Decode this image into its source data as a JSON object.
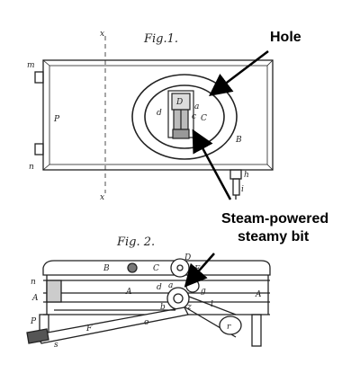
{
  "figures": {
    "fig1": {
      "title": "Fig.1."
    },
    "fig2": {
      "title": "Fig. 2."
    }
  },
  "annotations": {
    "hole": "Hole",
    "steam_line1": "Steam-powered",
    "steam_line2": "steamy bit"
  },
  "fig1_letters": {
    "x_top": "x",
    "x_bottom": "x",
    "m": "m",
    "n": "n",
    "P": "P",
    "B": "B",
    "D": "D",
    "a": "a",
    "d": "d",
    "c": "c",
    "C": "C",
    "h": "h",
    "i": "i"
  },
  "fig2_letters": {
    "B": "B",
    "C": "C",
    "D": "D",
    "E": "E",
    "n": "n",
    "A_left": "A",
    "A_mid": "A",
    "A_right": "A",
    "d": "d",
    "a": "a",
    "z": "z",
    "g": "g",
    "b": "b",
    "F": "F",
    "o": "o",
    "P": "P",
    "s": "s",
    "l": "l",
    "r": "r"
  },
  "colors": {
    "ink": "#222222",
    "callout": "#000000",
    "background": "#ffffff"
  }
}
